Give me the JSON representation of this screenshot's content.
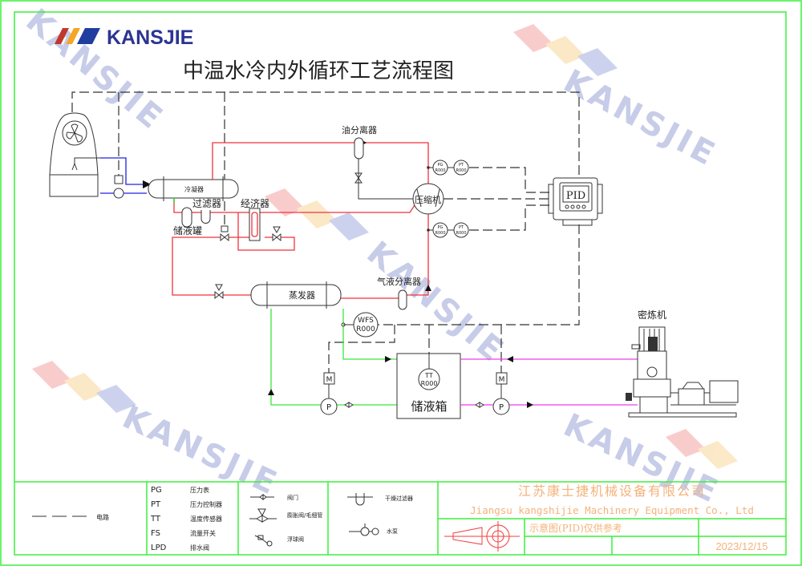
{
  "logo": {
    "text": "KANSJIE",
    "stripe_colors": [
      "#c0392b",
      "#f5a623",
      "#1f3ea0"
    ],
    "text_color": "#2b3592"
  },
  "title": "中温水冷内外循环工艺流程图",
  "watermark": "KANSJIE",
  "components": {
    "condenser": "冷凝器",
    "filter": "过滤器",
    "receiver": "储液罐",
    "economizer": "经济器",
    "oil_separator": "油分离器",
    "compressor": "压缩机",
    "gas_liquid_separator": "气液分离器",
    "evaporator": "蒸发器",
    "controller": "PID",
    "tank": "储液箱",
    "mixer": "密炼机",
    "motor": "M",
    "pump": "P"
  },
  "instruments": {
    "pg": {
      "tag": "PG",
      "value": "R000"
    },
    "pt": {
      "tag": "PT",
      "value": "R000"
    },
    "wfs": {
      "tag": "WFS",
      "value": "R000"
    },
    "tt": {
      "tag": "TT",
      "value": "R000"
    }
  },
  "legend": {
    "line": {
      "label": "电路"
    },
    "abbreviations": [
      {
        "code": "PG",
        "desc": "压力表"
      },
      {
        "code": "PT",
        "desc": "压力控制器"
      },
      {
        "code": "TT",
        "desc": "温度传感器"
      },
      {
        "code": "FS",
        "desc": "流量开关"
      },
      {
        "code": "LPD",
        "desc": "排水阀"
      }
    ],
    "symbols": [
      {
        "label": "阀门"
      },
      {
        "label": "膨胀阀/毛细管"
      },
      {
        "label": "浮球阀"
      },
      {
        "label": "干燥过滤器"
      },
      {
        "label": "水泵"
      }
    ]
  },
  "title_block": {
    "company_cn": "江苏康士捷机械设备有限公司",
    "company_en": "Jiangsu kangshijie Machinery Equipment Co., Ltd",
    "note": "示意图(PID)仅供参考",
    "date": "2023/12/15",
    "text_color": "#f5b27a"
  },
  "line_colors": {
    "refrigerant": "#f0323c",
    "cooling_water": "#2020e6",
    "chilled_water": "#3ce63c",
    "process_water": "#f03cf0"
  }
}
